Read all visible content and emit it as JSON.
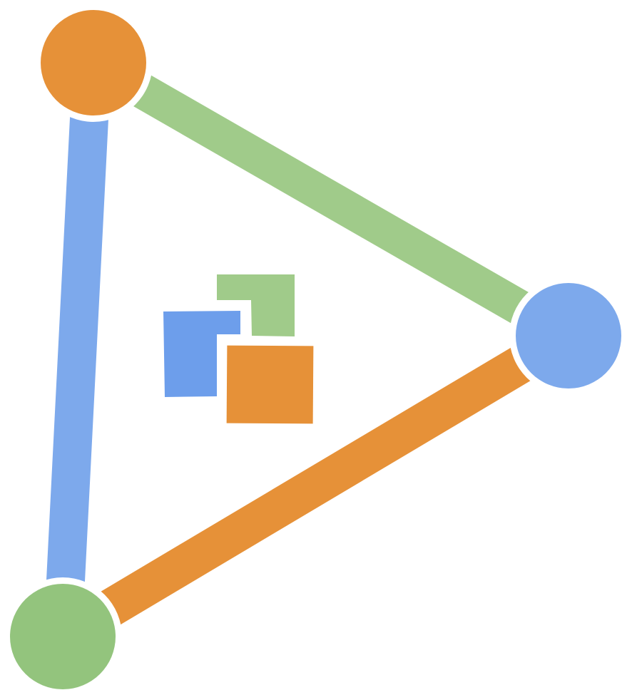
{
  "diagram": {
    "nodes": [
      {
        "id": "node-top-left",
        "color": "#E69138"
      },
      {
        "id": "node-right",
        "color": "#7DA9EC"
      },
      {
        "id": "node-bottom-left",
        "color": "#93C47D"
      }
    ],
    "edges": [
      {
        "id": "edge-left",
        "from": "node-top-left",
        "to": "node-bottom-left",
        "color": "#7DA9EC"
      },
      {
        "id": "edge-top",
        "from": "node-top-left",
        "to": "node-right",
        "color": "#A0CB8A"
      },
      {
        "id": "edge-bottom",
        "from": "node-bottom-left",
        "to": "node-right",
        "color": "#E69138"
      }
    ],
    "center_icon": {
      "squares": [
        {
          "id": "green-square",
          "color": "#A0CB8A"
        },
        {
          "id": "blue-square",
          "color": "#6D9EEB"
        },
        {
          "id": "orange-square",
          "color": "#E69138"
        }
      ]
    }
  }
}
